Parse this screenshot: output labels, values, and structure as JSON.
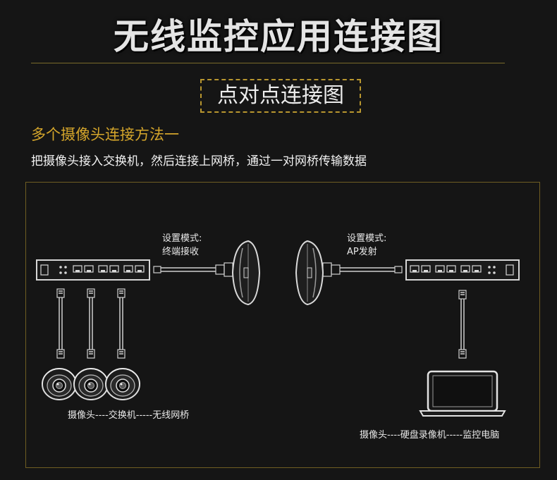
{
  "header": {
    "title": "无线监控应用连接图",
    "subtitle": "点对点连接图"
  },
  "method": {
    "title": "多个摄像头连接方法一",
    "description": "把摄像头接入交换机，然后连接上网桥，通过一对网桥传输数据"
  },
  "left_side": {
    "mode_label": "设置模式:",
    "mode_value": "终端接收",
    "chain_caption": "摄像头----交换机-----无线网桥"
  },
  "right_side": {
    "mode_label": "设置模式:",
    "mode_value": "AP发射",
    "chain_caption": "摄像头----硬盘录像机-----监控电脑"
  },
  "colors": {
    "background": "#151515",
    "accent_gold": "#d4a52b",
    "panel_border": "#6f5d22",
    "device_line": "#d0d0d0"
  },
  "icons": [
    "switch-icon",
    "bridge-antenna-icon",
    "camera-dome-icon",
    "nvr-icon",
    "laptop-icon",
    "network-cable-icon"
  ]
}
